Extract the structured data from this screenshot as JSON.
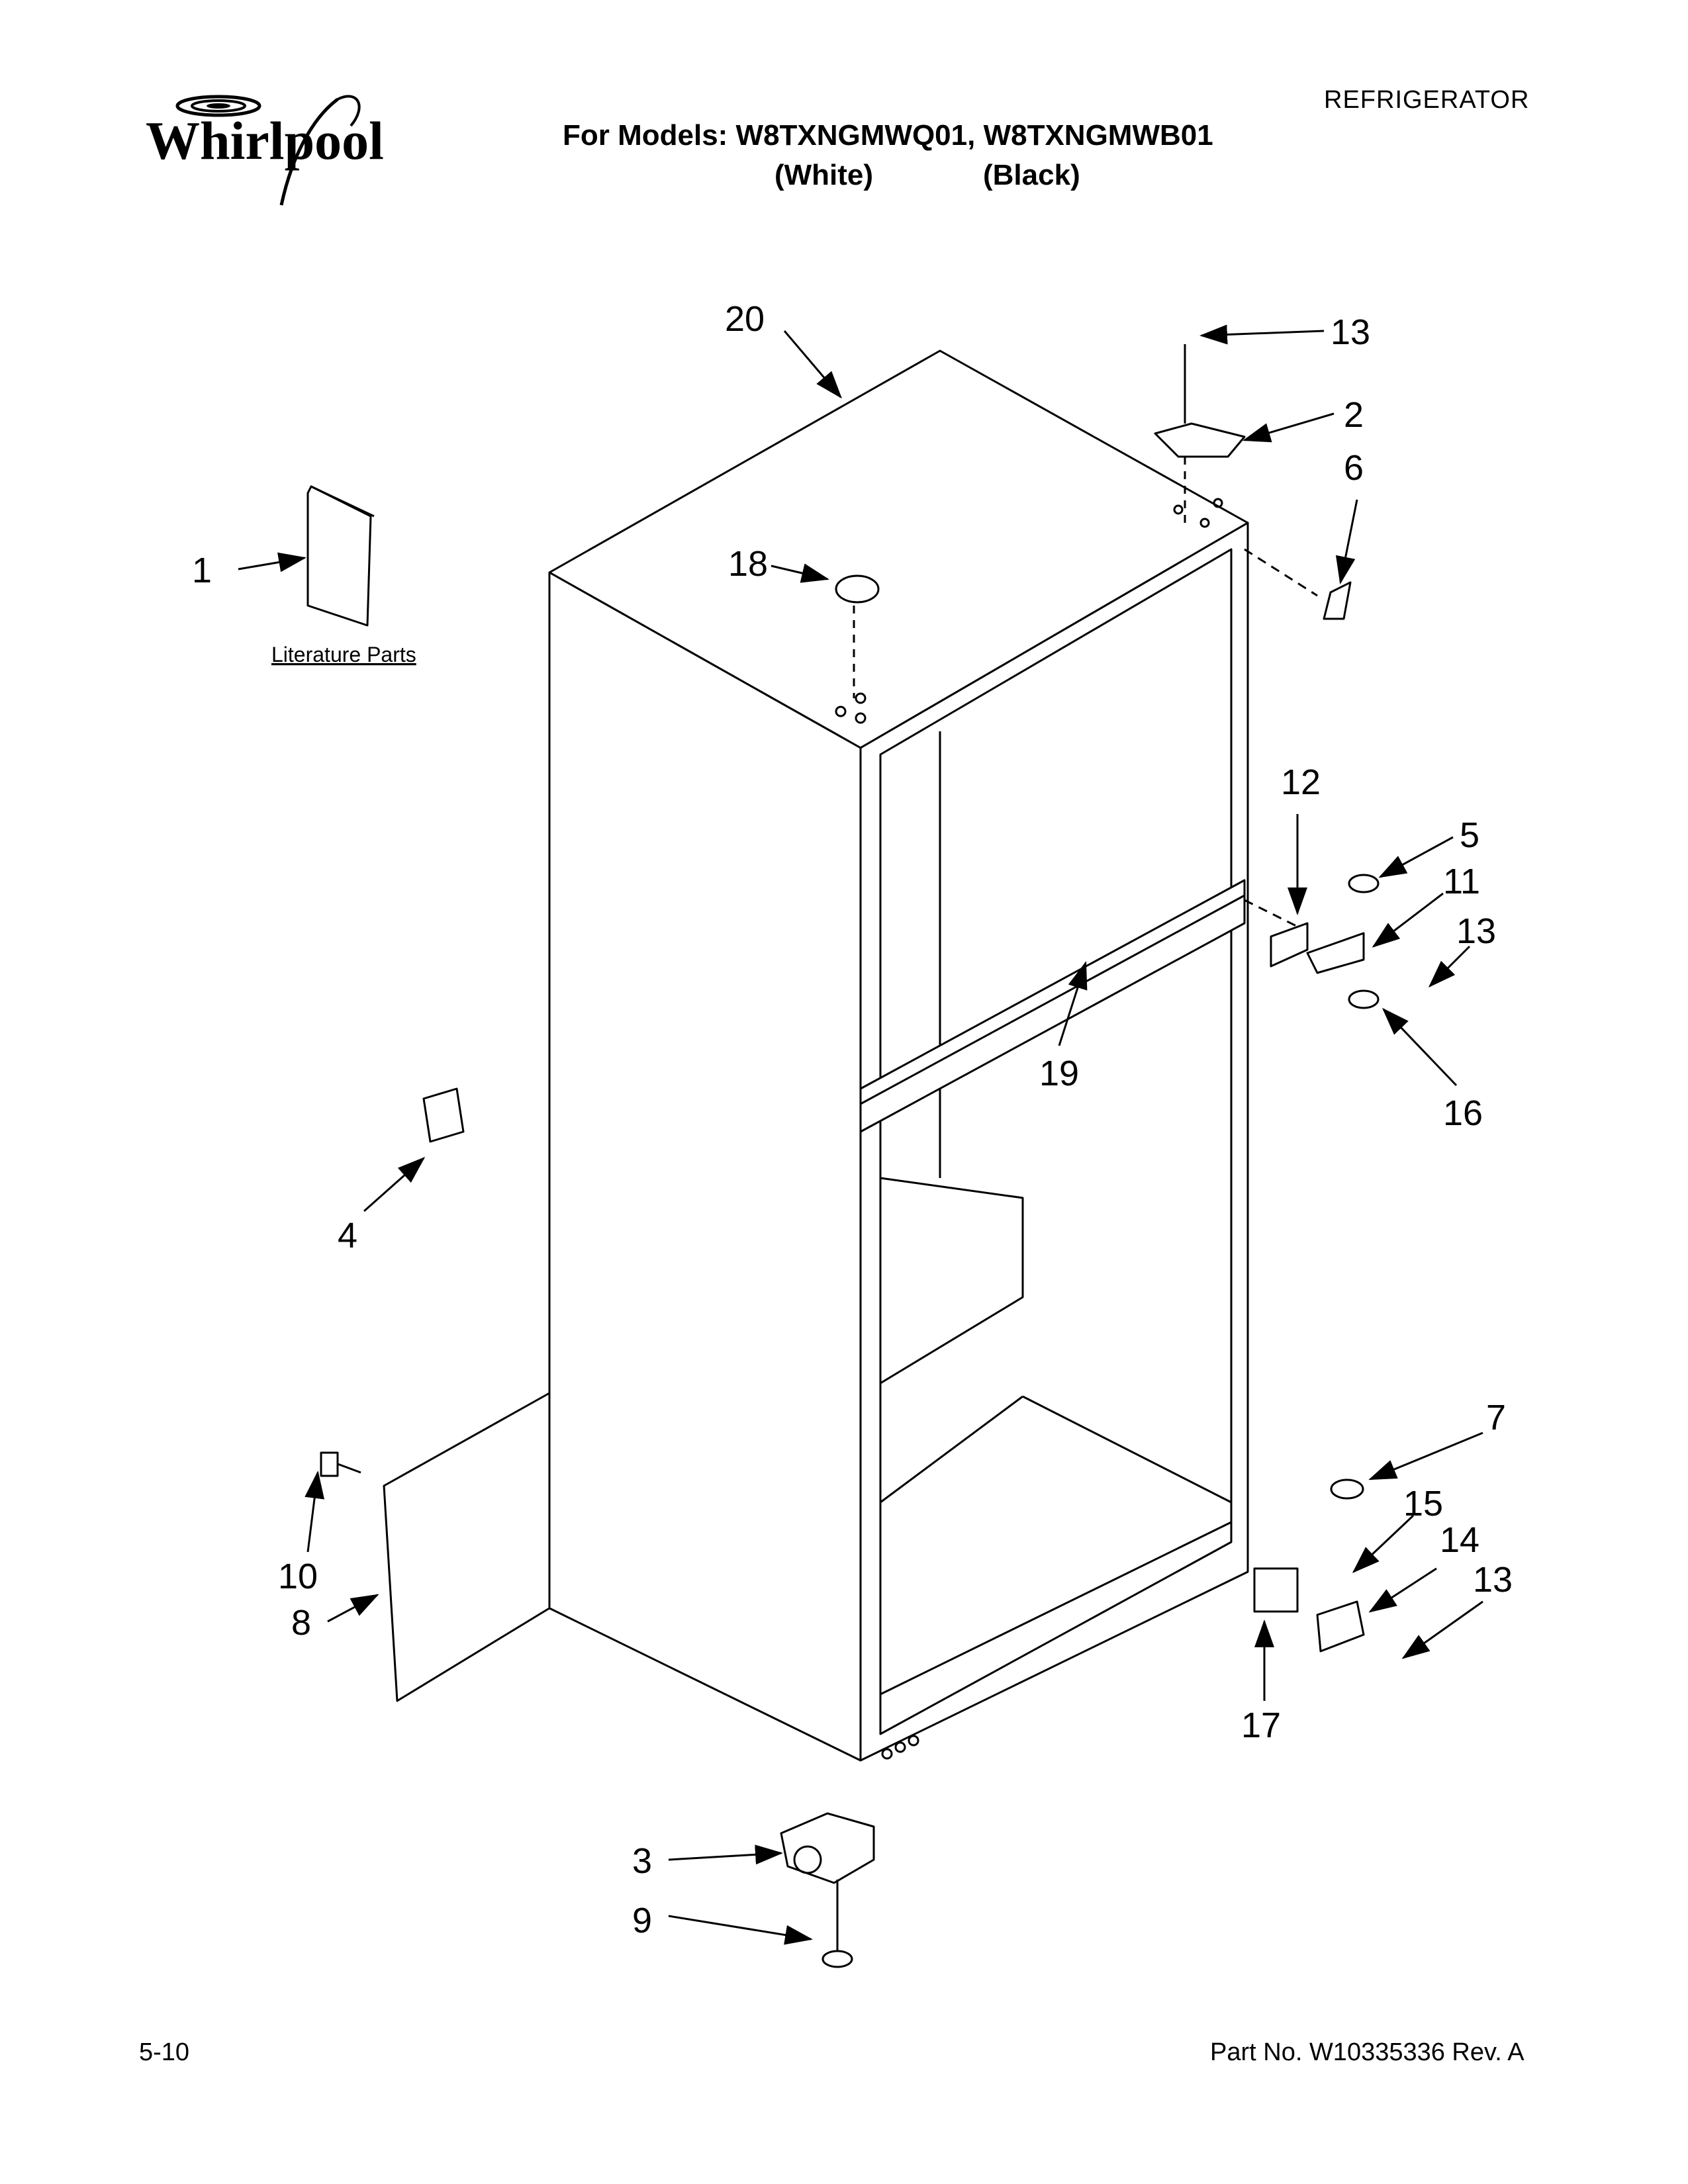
{
  "header": {
    "brand": "Whirlpool",
    "category": "REFRIGERATOR",
    "models_line": "For Models: W8TXNGMWQ01, W8TXNGMWB01",
    "variant_white": "(White)",
    "variant_black": "(Black)"
  },
  "diagram": {
    "literature_label": "Literature Parts",
    "callouts": [
      "1",
      "2",
      "3",
      "4",
      "5",
      "6",
      "7",
      "8",
      "9",
      "10",
      "11",
      "12",
      "13",
      "14",
      "15",
      "16",
      "17",
      "18",
      "19",
      "20"
    ]
  },
  "footer": {
    "date": "5-10",
    "part_no": "Part No. W10335336 Rev. A"
  }
}
